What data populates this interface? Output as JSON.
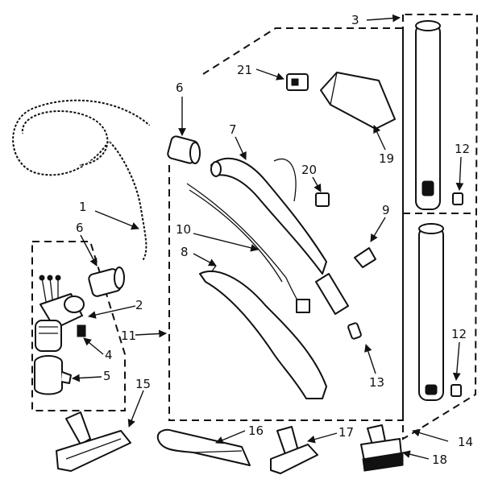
{
  "diagram": {
    "callouts": [
      "1",
      "2",
      "3",
      "4",
      "5",
      "6",
      "6",
      "7",
      "8",
      "9",
      "10",
      "11",
      "12",
      "12",
      "13",
      "14",
      "15",
      "16",
      "17",
      "18",
      "19",
      "20",
      "21"
    ]
  }
}
